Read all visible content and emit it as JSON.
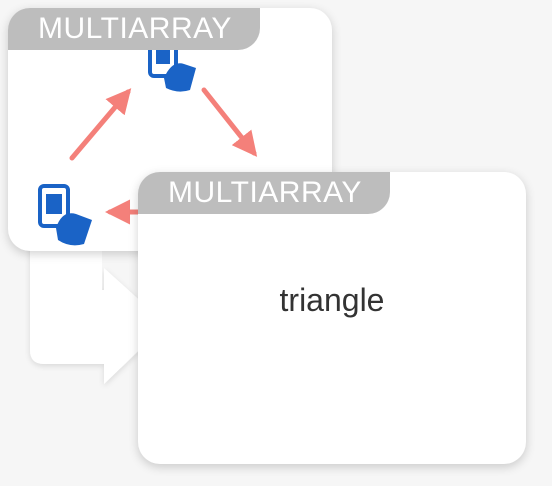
{
  "back_card": {
    "tag": "MULTIARRAY",
    "icons": [
      "phone-hand-icon",
      "phone-hand-icon"
    ],
    "arrow_color": "#f4807a"
  },
  "front_card": {
    "tag": "MULTIARRAY",
    "label": "triangle"
  },
  "colors": {
    "tag_background": "#bdbdbd",
    "card_background": "#ffffff",
    "page_background": "#f6f6f6",
    "icon_blue": "#1a63c6",
    "connector": "#ffffff"
  }
}
